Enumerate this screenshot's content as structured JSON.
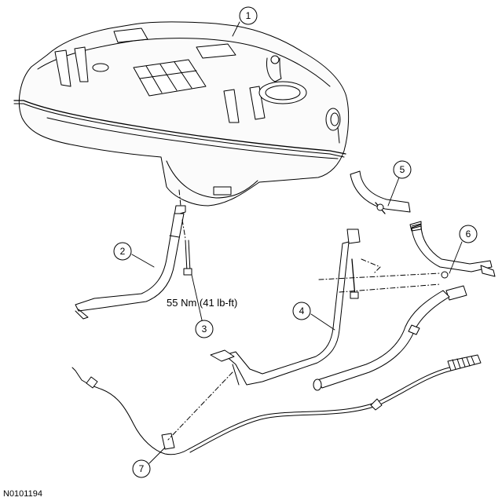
{
  "callouts": [
    "1",
    "2",
    "3",
    "4",
    "5",
    "6",
    "7"
  ],
  "torque_spec": "55 Nm (41 lb-ft)",
  "figure_id": "N0101194"
}
